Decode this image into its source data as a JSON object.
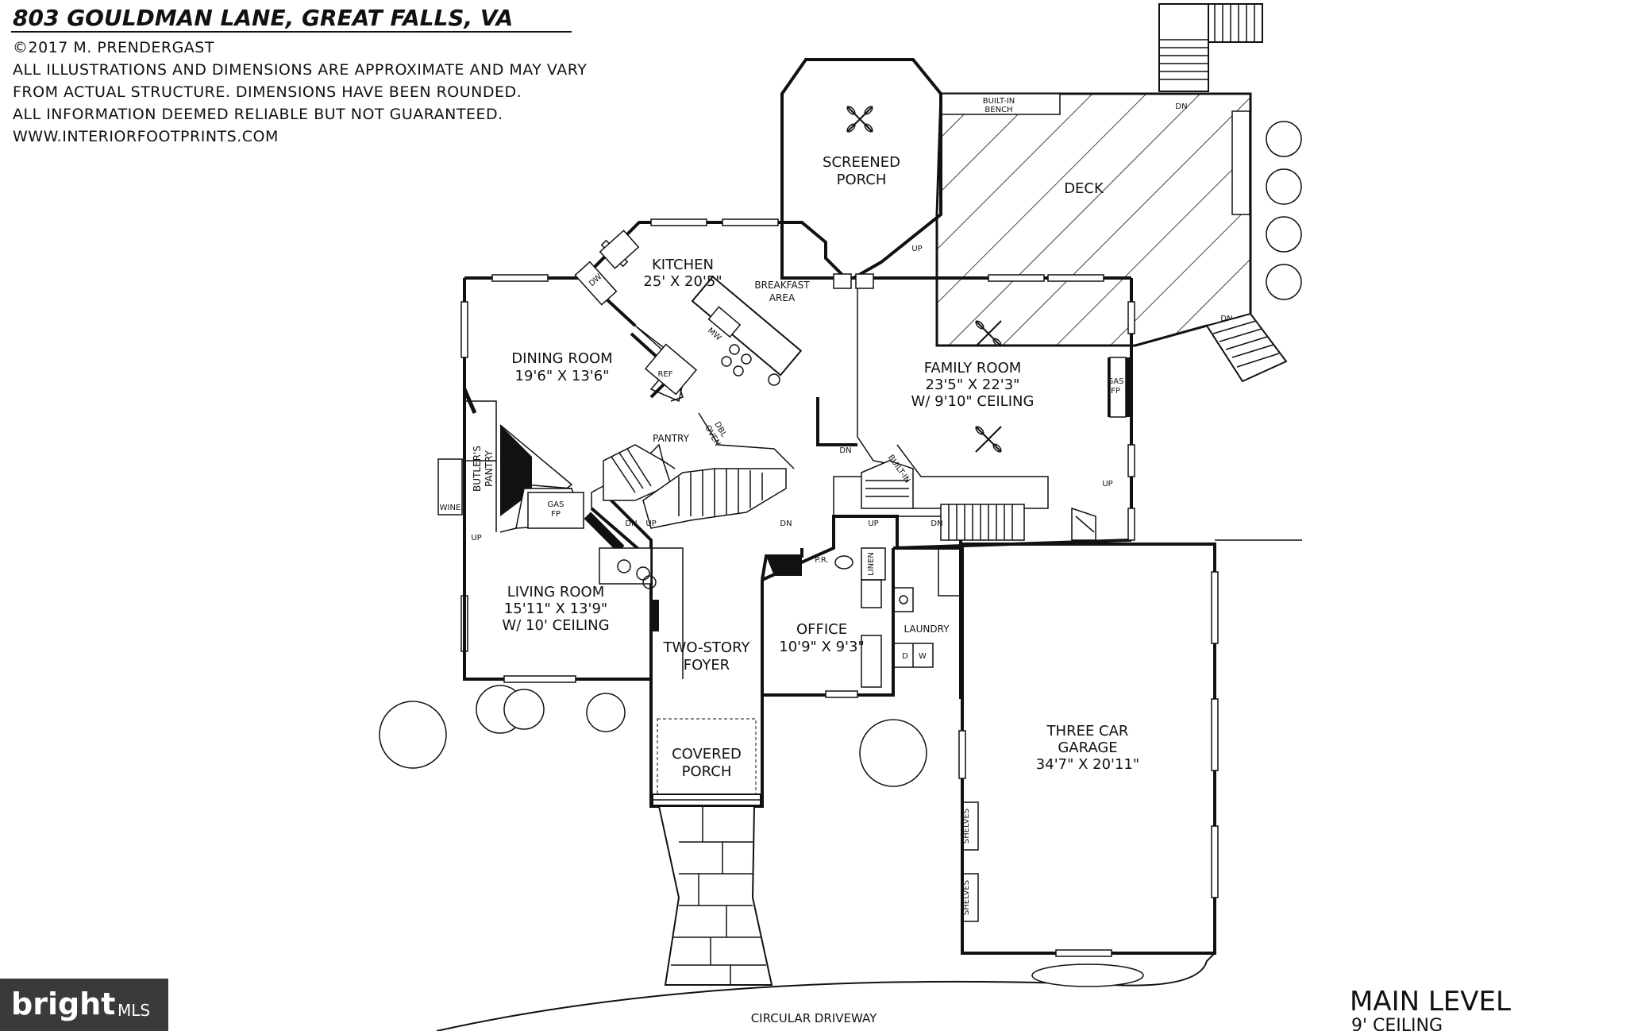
{
  "header": {
    "title": "803 GOULDMAN LANE, GREAT FALLS, VA",
    "lines": [
      "©2017 M. PRENDERGAST",
      "ALL ILLUSTRATIONS AND DIMENSIONS ARE APPROXIMATE AND MAY VARY",
      "FROM ACTUAL STRUCTURE. DIMENSIONS HAVE BEEN ROUNDED.",
      "ALL INFORMATION DEEMED RELIABLE BUT NOT GUARANTEED.",
      "WWW.INTERIORFOOTPRINTS.COM"
    ]
  },
  "rooms": {
    "screened_porch": [
      "SCREENED",
      "PORCH"
    ],
    "deck": "DECK",
    "kitchen": [
      "KITCHEN",
      "25' X 20'5\""
    ],
    "breakfast": [
      "BREAKFAST",
      "AREA"
    ],
    "dining": [
      "DINING ROOM",
      "19'6\" X 13'6\""
    ],
    "family": [
      "FAMILY ROOM",
      "23'5\" X 22'3\"",
      "W/ 9'10\" CEILING"
    ],
    "living": [
      "LIVING ROOM",
      "15'11\" X 13'9\"",
      "W/ 10' CEILING"
    ],
    "foyer": [
      "TWO-STORY",
      "FOYER"
    ],
    "office": [
      "OFFICE",
      "10'9\" X 9'3\""
    ],
    "laundry": "LAUNDRY",
    "garage": [
      "THREE CAR",
      "GARAGE",
      "34'7\" X 20'11\""
    ],
    "covered_porch": [
      "COVERED",
      "PORCH"
    ],
    "pantry": "PANTRY",
    "butlers": [
      "BUTLER'S",
      "PANTRY"
    ]
  },
  "fixtures": {
    "built_in_bench": [
      "BUILT-IN",
      "BENCH"
    ],
    "built_in": "BUILT-IN",
    "gas_fp": [
      "GAS",
      "FP"
    ],
    "ref": "REF",
    "dw": "DW",
    "mw": "MW",
    "dbl_oven": [
      "DBL",
      "OVEN"
    ],
    "wine": "WINE",
    "pr": "P.R.",
    "linen": "LINEN",
    "dryer": "D",
    "washer": "W",
    "shelves": "SHELVES",
    "up": "UP",
    "dn": "DN"
  },
  "driveway": "CIRCULAR DRIVEWAY",
  "level": {
    "name": "MAIN LEVEL",
    "ceiling": "9' CEILING"
  },
  "logo": {
    "brand": "bright",
    "suffix": "MLS"
  }
}
